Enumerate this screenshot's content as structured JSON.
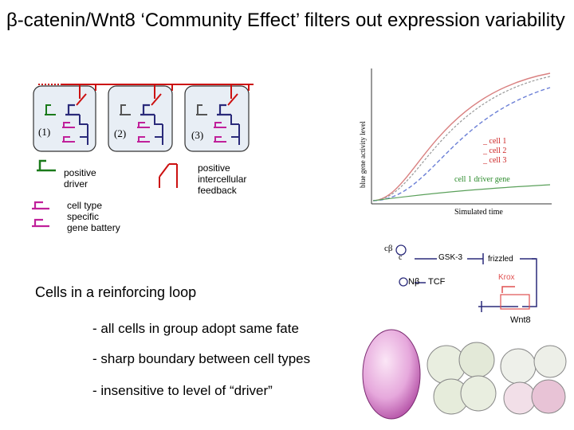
{
  "title": "β-catenin/Wnt8 ‘Community Effect’ filters out expression variability",
  "cells": {
    "cell1_label": "(1)",
    "cell2_label": "(2)",
    "cell3_label": "(3)"
  },
  "legend": {
    "positive_driver": "positive\ndriver",
    "positive_feedback": "positive\nintercellular\nfeedback",
    "gene_battery": "cell type\nspecific\ngene battery"
  },
  "plot": {
    "ylabel": "blue gene activity level",
    "xlabel": "Simulated time",
    "legend_cell1": "_ cell 1",
    "legend_cell2": "_ cell 2",
    "legend_cell3": "_ cell 3",
    "driver_label": "cell 1 driver gene",
    "colors": {
      "cell1": "#d98080",
      "cell2": "#9a9a9a",
      "cell3": "#6b7fd6",
      "driver": "#5aa05a",
      "legend_text": "#cc2222",
      "driver_text": "#2a8a2a"
    }
  },
  "pathway": {
    "cbeta": "cβ",
    "c_node": "c",
    "gsk3": "GSK-3",
    "frizzled": "frizzled",
    "nbeta": "Nβ",
    "tcf": "TCF",
    "krox": "Krox",
    "wnt8": "Wnt8",
    "krox_color": "#e05050"
  },
  "summary": {
    "heading": "Cells in a reinforcing loop",
    "bullets": [
      "- all cells in group adopt same fate",
      "- sharp boundary between cell types",
      "- insensitive to level of “driver”"
    ]
  },
  "colors": {
    "purple": "#2a2a7a",
    "red": "#cc1111",
    "magenta": "#c0209a",
    "green": "#1a7a1a",
    "cell_fill": "#e8eef5"
  }
}
